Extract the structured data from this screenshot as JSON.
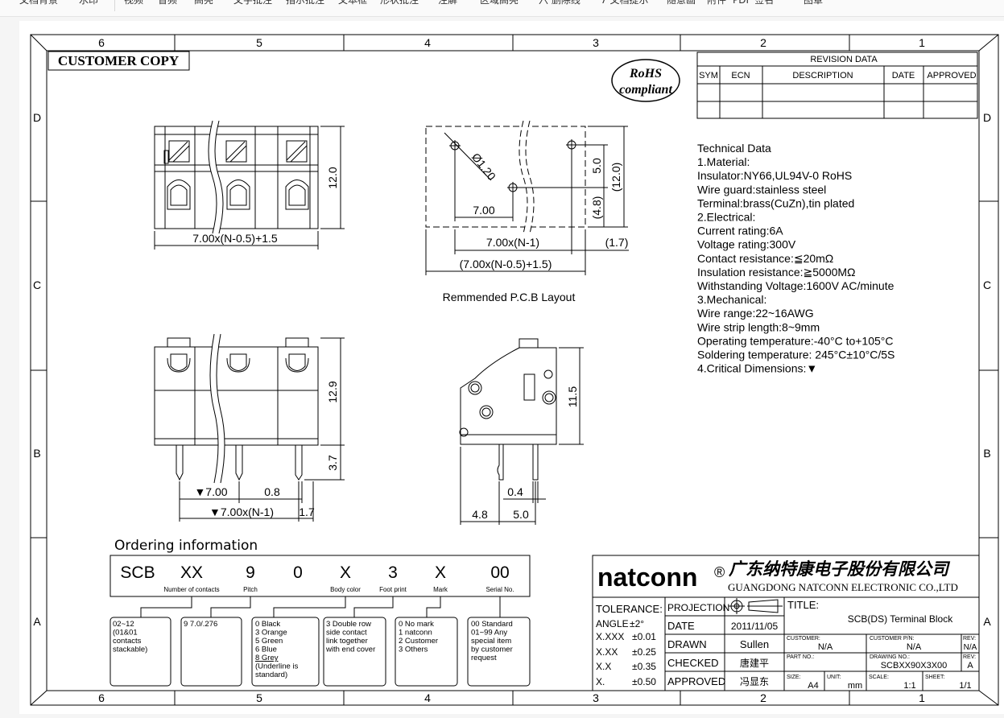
{
  "toolbar": {
    "items": [
      "文档背景",
      "水印",
      "视频",
      "音频",
      "高亮",
      "文字批注",
      "指示批注",
      "文本框",
      "形状批注",
      "注解",
      "区域高亮",
      "六 删除线",
      "7 文档提示",
      "随意画",
      "附件",
      "PDF 签名",
      "图章"
    ]
  },
  "frame": {
    "columns": [
      "6",
      "5",
      "4",
      "3",
      "2",
      "1"
    ],
    "rows": [
      "D",
      "C",
      "B",
      "A"
    ]
  },
  "customer_copy": "CUSTOMER COPY",
  "rohs": {
    "line1": "RoHS",
    "line2": "compliant"
  },
  "revision": {
    "title": "REVISION DATA",
    "headers": [
      "SYM",
      "ECN",
      "DESCRIPTION",
      "DATE",
      "APPROVED"
    ]
  },
  "tech": {
    "lines": [
      "Technical  Data",
      "1.Material:",
      "  Insulator:NY66,UL94V-0  RoHS",
      "  Wire  guard:stainless  steel",
      "  Terminal:brass(CuZn),tin  plated",
      "2.Electrical:",
      "  Current  rating:6A",
      "  Voltage  rating:300V",
      "  Contact  resistance:≦20mΩ",
      "  Insulation  resistance:≧5000MΩ",
      "  Withstanding  Voltage:1600V  AC/minute",
      "3.Mechanical:",
      "  Wire  range:22~16AWG",
      "  Wire  strip  length:8~9mm",
      "  Operating  temperature:-40°C  to+105°C",
      "  Soldering  temperature:  245°C±10°C/5S",
      "4.Critical  Dimensions:▼"
    ]
  },
  "dims": {
    "front_height": "12.0",
    "front_width": "7.00x(N-0.5)+1.5",
    "pcb_hole": "Ø1.20",
    "pcb_5": "5.0",
    "pcb_48": "(4.8)",
    "pcb_12": "(12.0)",
    "pcb_700": "7.00",
    "pcb_pitch": "7.00x(N-1)",
    "pcb_17": "(1.7)",
    "pcb_total": "(7.00x(N-0.5)+1.5)",
    "pcb_caption": "Remmended  P.C.B  Layout",
    "bottom_height": "12.9",
    "bottom_pin": "3.7",
    "bottom_700": "▼7.00",
    "bottom_08": "0.8",
    "bottom_pitch": "▼7.00x(N-1)",
    "bottom_17": "1.7",
    "side_height": "11.5",
    "side_04": "0.4",
    "side_48": "4.8",
    "side_50": "5.0"
  },
  "ordering": {
    "title": "Ordering  information",
    "codes": [
      "SCB",
      "XX",
      "9",
      "0",
      "X",
      "3",
      "X",
      "00"
    ],
    "code_labels": [
      "Number of contacts",
      "Pitch",
      "Body color",
      "Foot print",
      "Mark",
      "Serial No."
    ],
    "boxes": [
      "02~12\n(01&01\ncontacts\nstackable)",
      "9  7.0/.276",
      "0  Black\n3  Orange\n5  Green\n6  Blue\n8  Grey\n(Underline is\nstandard)",
      "3  Double row\nside contact\nlink together\nwith end cover",
      "0  No mark\n1  natconn\n2  Customer\n3  Others",
      "00  Standard\n01~99  Any\nspecial item\nby customer\nrequest"
    ]
  },
  "title_block": {
    "brand": "natconn",
    "reg": "®",
    "company_cn": "广东纳特康电子股份有限公司",
    "company_en": "GUANGDONG NATCONN ELECTRONIC CO.,LTD",
    "tolerance_label": "TOLERANCE:",
    "tolerances": [
      {
        "k": "ANGLE",
        "v": "±2°"
      },
      {
        "k": "X.XXX",
        "v": "±0.01"
      },
      {
        "k": "X.XX",
        "v": "±0.25"
      },
      {
        "k": "X.X",
        "v": "±0.35"
      },
      {
        "k": "X.",
        "v": "±0.50"
      }
    ],
    "projection": "PROJECTION",
    "date_label": "DATE",
    "date": "2011/11/05",
    "drawn_label": "DRAWN",
    "drawn": "Sullen",
    "checked_label": "CHECKED",
    "checked": "唐建平",
    "approved_label": "APPROVED",
    "approved": "冯显东",
    "title_label": "TITLE:",
    "title": "SCB(DS)  Terminal Block",
    "customer_label": "CUSTOMER:",
    "customer": "N/A",
    "customer_pn_label": "CUSTOMER P/N:",
    "customer_pn": "N/A",
    "rev_label": "REV:",
    "rev1": "N/A",
    "part_label": "PART NO.:",
    "drawing_label": "DRAWING NO.:",
    "drawing": "SCBXX90X3X00",
    "rev2": "A",
    "size_label": "SIZE:",
    "size": "A4",
    "unit_label": "UNIT:",
    "unit": "mm",
    "scale_label": "SCALE:",
    "scale": "1:1",
    "sheet_label": "SHEET:",
    "sheet": "1/1"
  }
}
